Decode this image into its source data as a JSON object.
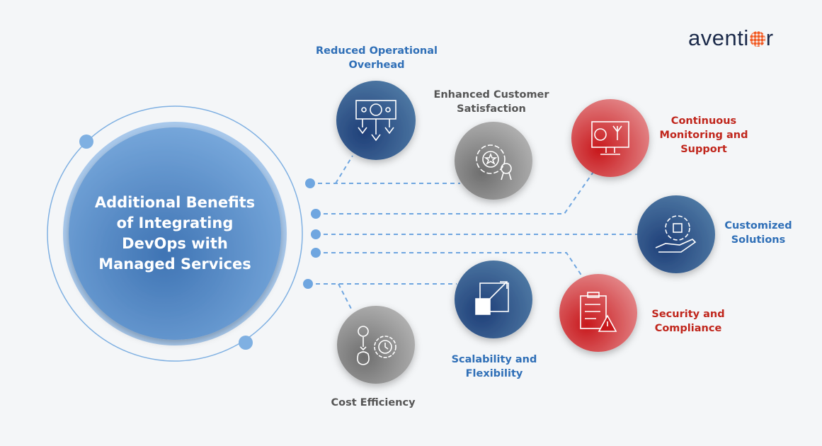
{
  "logo": {
    "text_before": "aventi",
    "text_after": "r"
  },
  "center": {
    "title_lines": [
      "Additional Benefits",
      "of Integrating",
      "DevOps with",
      "Managed Services"
    ]
  },
  "benefits": [
    {
      "label_lines": [
        "Reduced Operational",
        "Overhead"
      ],
      "icon": "money-down-icon",
      "color": "blue"
    },
    {
      "label_lines": [
        "Enhanced Customer",
        "Satisfaction"
      ],
      "icon": "gear-star-award-icon",
      "color": "gray"
    },
    {
      "label_lines": [
        "Continuous",
        "Monitoring and",
        "Support"
      ],
      "icon": "monitor-support-icon",
      "color": "red"
    },
    {
      "label_lines": [
        "Customized",
        "Solutions"
      ],
      "icon": "hand-gear-puzzle-icon",
      "color": "blue"
    },
    {
      "label_lines": [
        "Security and",
        "Compliance"
      ],
      "icon": "clipboard-warning-icon",
      "color": "red"
    },
    {
      "label_lines": [
        "Scalability and",
        "Flexibility"
      ],
      "icon": "scale-arrow-icon",
      "color": "blue"
    },
    {
      "label_lines": [
        "Cost Efficiency"
      ],
      "icon": "money-clock-icon",
      "color": "gray"
    }
  ],
  "colors": {
    "blue": "#2f6fb7",
    "red": "#c0261c",
    "gray": "#555555",
    "line": "#6fa6e0"
  }
}
